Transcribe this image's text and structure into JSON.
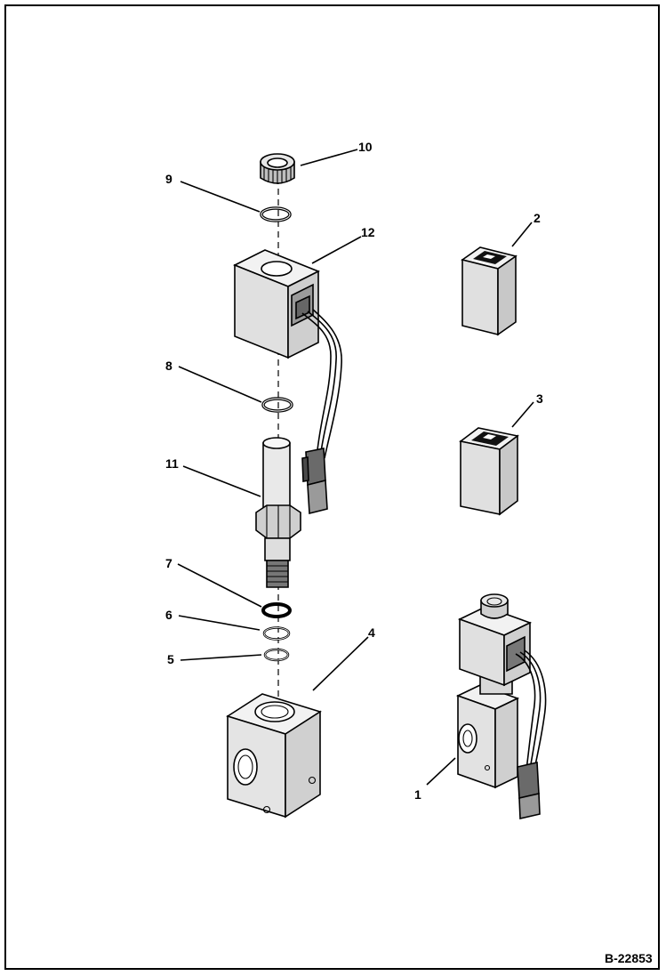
{
  "figure_id": "B-22853",
  "watermark": "",
  "callouts": [
    "1",
    "2",
    "3",
    "4",
    "5",
    "6",
    "7",
    "8",
    "9",
    "10",
    "11",
    "12"
  ]
}
